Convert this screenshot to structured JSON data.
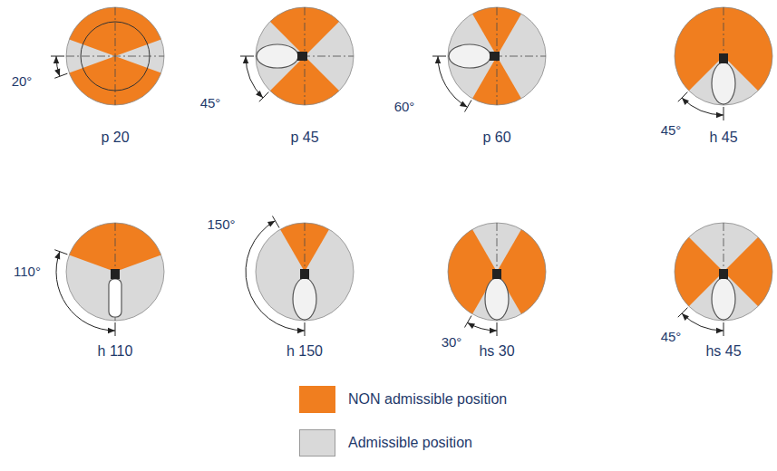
{
  "diagram": {
    "labels": [
      "20°",
      "p 20",
      "45°",
      "p 45",
      "60°",
      "p 60",
      "45°",
      "h 45",
      "110°",
      "h 110",
      "150°",
      "h 150",
      "30°",
      "hs 30",
      "45°",
      "hs 45"
    ],
    "legend": [
      {
        "text": "NON admissible position",
        "color": "#f07e1f"
      },
      {
        "text": "Admissible position",
        "color": "#d9d9d9"
      }
    ]
  }
}
